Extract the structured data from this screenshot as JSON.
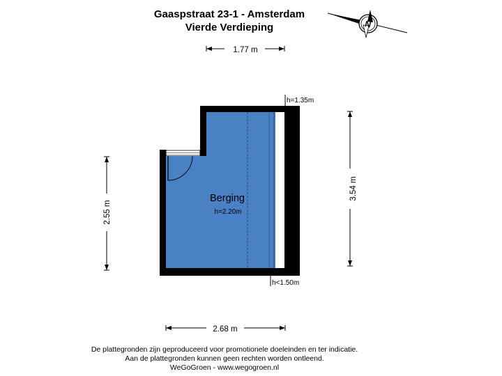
{
  "title": {
    "address": "Gaaspstraat 23-1 - Amsterdam",
    "floor": "Vierde Verdieping"
  },
  "compass": {
    "letter": "N",
    "name": "north-arrow"
  },
  "dimensions": {
    "top_width": "1.77 m",
    "bottom_width": "2.68 m",
    "left_height": "2.55 m",
    "right_height": "3.54 m"
  },
  "room": {
    "name": "Berging",
    "height": "h=2.20m"
  },
  "heights": {
    "top_right": "h=1.35m",
    "bottom_right": "h<1.50m"
  },
  "footer": {
    "line1": "De plattegronden zijn geproduceerd voor promotionele doeleinden en ter indicatie.",
    "line2": "Aan de plattegronden kunnen geen rechten worden ontleend.",
    "line3": "WeGoGroen -  www.wegogroen.nl"
  },
  "colors": {
    "room_fill": "#4a80c4",
    "wall": "#000000",
    "ink": "#000000"
  }
}
